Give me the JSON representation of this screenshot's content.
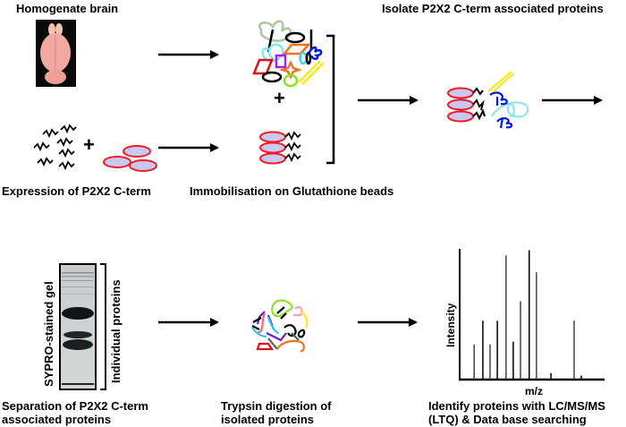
{
  "labels": {
    "homogenate": "Homogenate brain",
    "expression": "Expression of P2X2 C-term",
    "immobilisation": "Immobilisation on Glutathione beads",
    "isolate": "Isolate P2X2 C-term associated proteins",
    "separation_line1": "Separation of P2X2 C-term",
    "separation_line2": "associated proteins",
    "trypsin_line1": "Trypsin digestion of",
    "trypsin_line2": "isolated proteins",
    "identify_line1": "Identify proteins with LC/MS/MS",
    "identify_line2": "(LTQ) & Data base searching",
    "gel_label": "SYPRO-stained gel",
    "bracket_label": "Individual proteins",
    "plus": "+"
  },
  "colors": {
    "bead_stroke": "#ee1c24",
    "bead_fill": "#c8c8f0",
    "brain": "#f0a8a0",
    "brain_bg": "#0a0a0a"
  },
  "chart_data": {
    "type": "bar",
    "title": "",
    "xlabel": "m/z",
    "ylabel": "Intensity",
    "ylim": [
      0,
      100
    ],
    "grid": false,
    "description": "Schematic mass spectrum (stick plot), relative intensity of peaks ordered by m/z; no numeric tick labels shown",
    "peaks": [
      {
        "index": 1,
        "intensity": 27
      },
      {
        "index": 2,
        "intensity": 45
      },
      {
        "index": 3,
        "intensity": 27
      },
      {
        "index": 4,
        "intensity": 45
      },
      {
        "index": 5,
        "intensity": 95
      },
      {
        "index": 6,
        "intensity": 29
      },
      {
        "index": 7,
        "intensity": 60
      },
      {
        "index": 8,
        "intensity": 99
      },
      {
        "index": 9,
        "intensity": 82
      },
      {
        "index": 10,
        "intensity": 5
      },
      {
        "index": 11,
        "intensity": 45
      },
      {
        "index": 12,
        "intensity": 3
      }
    ],
    "peak_mz_relative": [
      0.1,
      0.16,
      0.21,
      0.26,
      0.32,
      0.37,
      0.42,
      0.48,
      0.53,
      0.63,
      0.79,
      0.84
    ]
  }
}
